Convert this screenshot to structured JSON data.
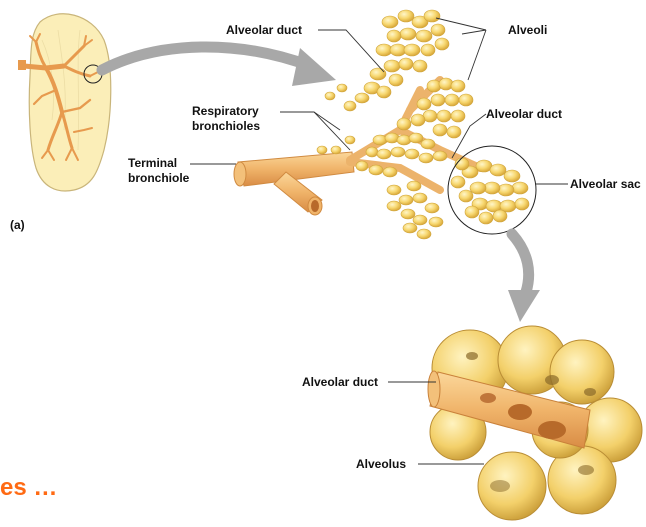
{
  "labels": {
    "alveolar_duct_top": "Alveolar duct",
    "alveoli": "Alveoli",
    "respiratory_bronchioles": "Respiratory bronchioles",
    "alveolar_duct_mid": "Alveolar duct",
    "terminal_bronchiole": "Terminal bronchiole",
    "alveolar_sac": "Alveolar sac",
    "panel_tag": "(a)",
    "alveolar_duct_bottom": "Alveolar duct",
    "alveolus": "Alveolus"
  },
  "caption": "es …",
  "colors": {
    "lung_fill": "#fbeeb8",
    "lung_stroke": "#c9b57a",
    "bronchi": "#e79a4e",
    "alveoli_fill": "#f6d56b",
    "alveoli_edge": "#cfa53d",
    "arrow": "#a8a8a8",
    "caption": "#ff6a13"
  }
}
